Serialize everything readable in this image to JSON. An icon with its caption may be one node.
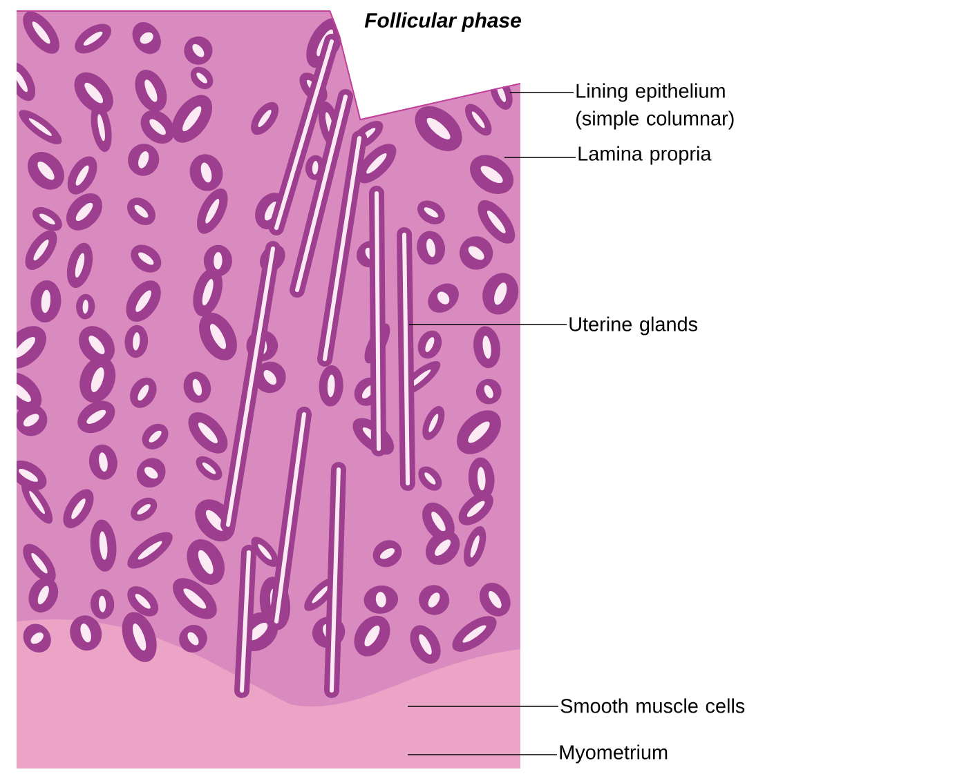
{
  "diagram": {
    "title": "Follicular phase",
    "nodes": [
      {
        "text": [
          "Lining epithelium (simple columnar)"
        ]
      },
      {
        "text": [
          "Lamina propria"
        ]
      },
      {
        "text": [
          "Uterine glands"
        ]
      },
      {
        "text": [
          "Smooth muscle cells"
        ]
      },
      {
        "text": [
          "Myometrium"
        ]
      }
    ],
    "edges": [
      {
        "from": 0,
        "to": null,
        "arrow": "none"
      },
      {
        "from": 1,
        "to": null,
        "arrow": "none"
      },
      {
        "from": 2,
        "to": null,
        "arrow": "none"
      },
      {
        "from": 3,
        "to": null,
        "arrow": "none"
      },
      {
        "from": 4,
        "to": null,
        "arrow": "none"
      }
    ]
  }
}
